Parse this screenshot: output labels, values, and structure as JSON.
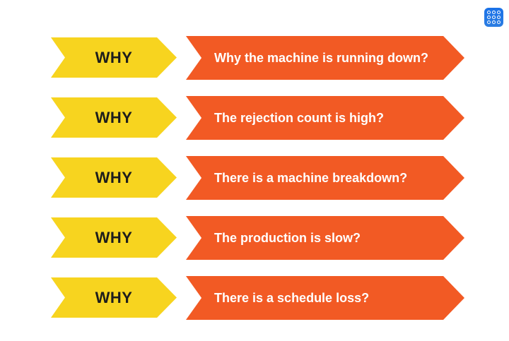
{
  "page": {
    "background_color": "#ffffff",
    "type": "5-whys-analysis-diagram"
  },
  "app_icon": {
    "name": "apps-grid-icon",
    "background_color": "#2176e4",
    "dot_color": "#ffffff",
    "dots": 9
  },
  "colors": {
    "why_arrow_fill": "#f7d41f",
    "question_arrow_fill": "#f25a24",
    "why_text": "#1d1d1d",
    "question_text": "#ffffff"
  },
  "rows": [
    {
      "label": "WHY",
      "question": "Why the machine is running down?"
    },
    {
      "label": "WHY",
      "question": "The rejection count is high?"
    },
    {
      "label": "WHY",
      "question": "There is a machine breakdown?"
    },
    {
      "label": "WHY",
      "question": "The production is slow?"
    },
    {
      "label": "WHY",
      "question": "There is a schedule loss?"
    }
  ]
}
